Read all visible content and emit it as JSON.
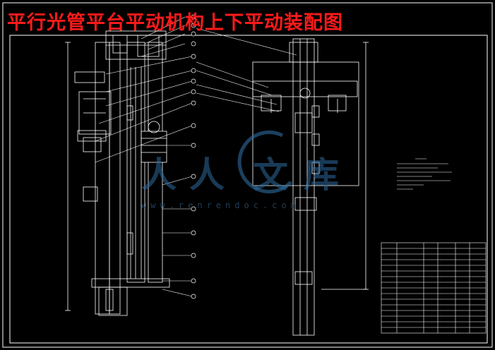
{
  "title": "平行光管平台平动机构上下平动装配图",
  "watermark": {
    "chars": [
      "人",
      "人",
      "文",
      "库"
    ],
    "url": "www.renrendoc.com"
  },
  "colors": {
    "background": "#000000",
    "title": "#ff1a1a",
    "line": "#ffffff",
    "frame": "#ffffff",
    "watermark": "#2e6b9e"
  }
}
